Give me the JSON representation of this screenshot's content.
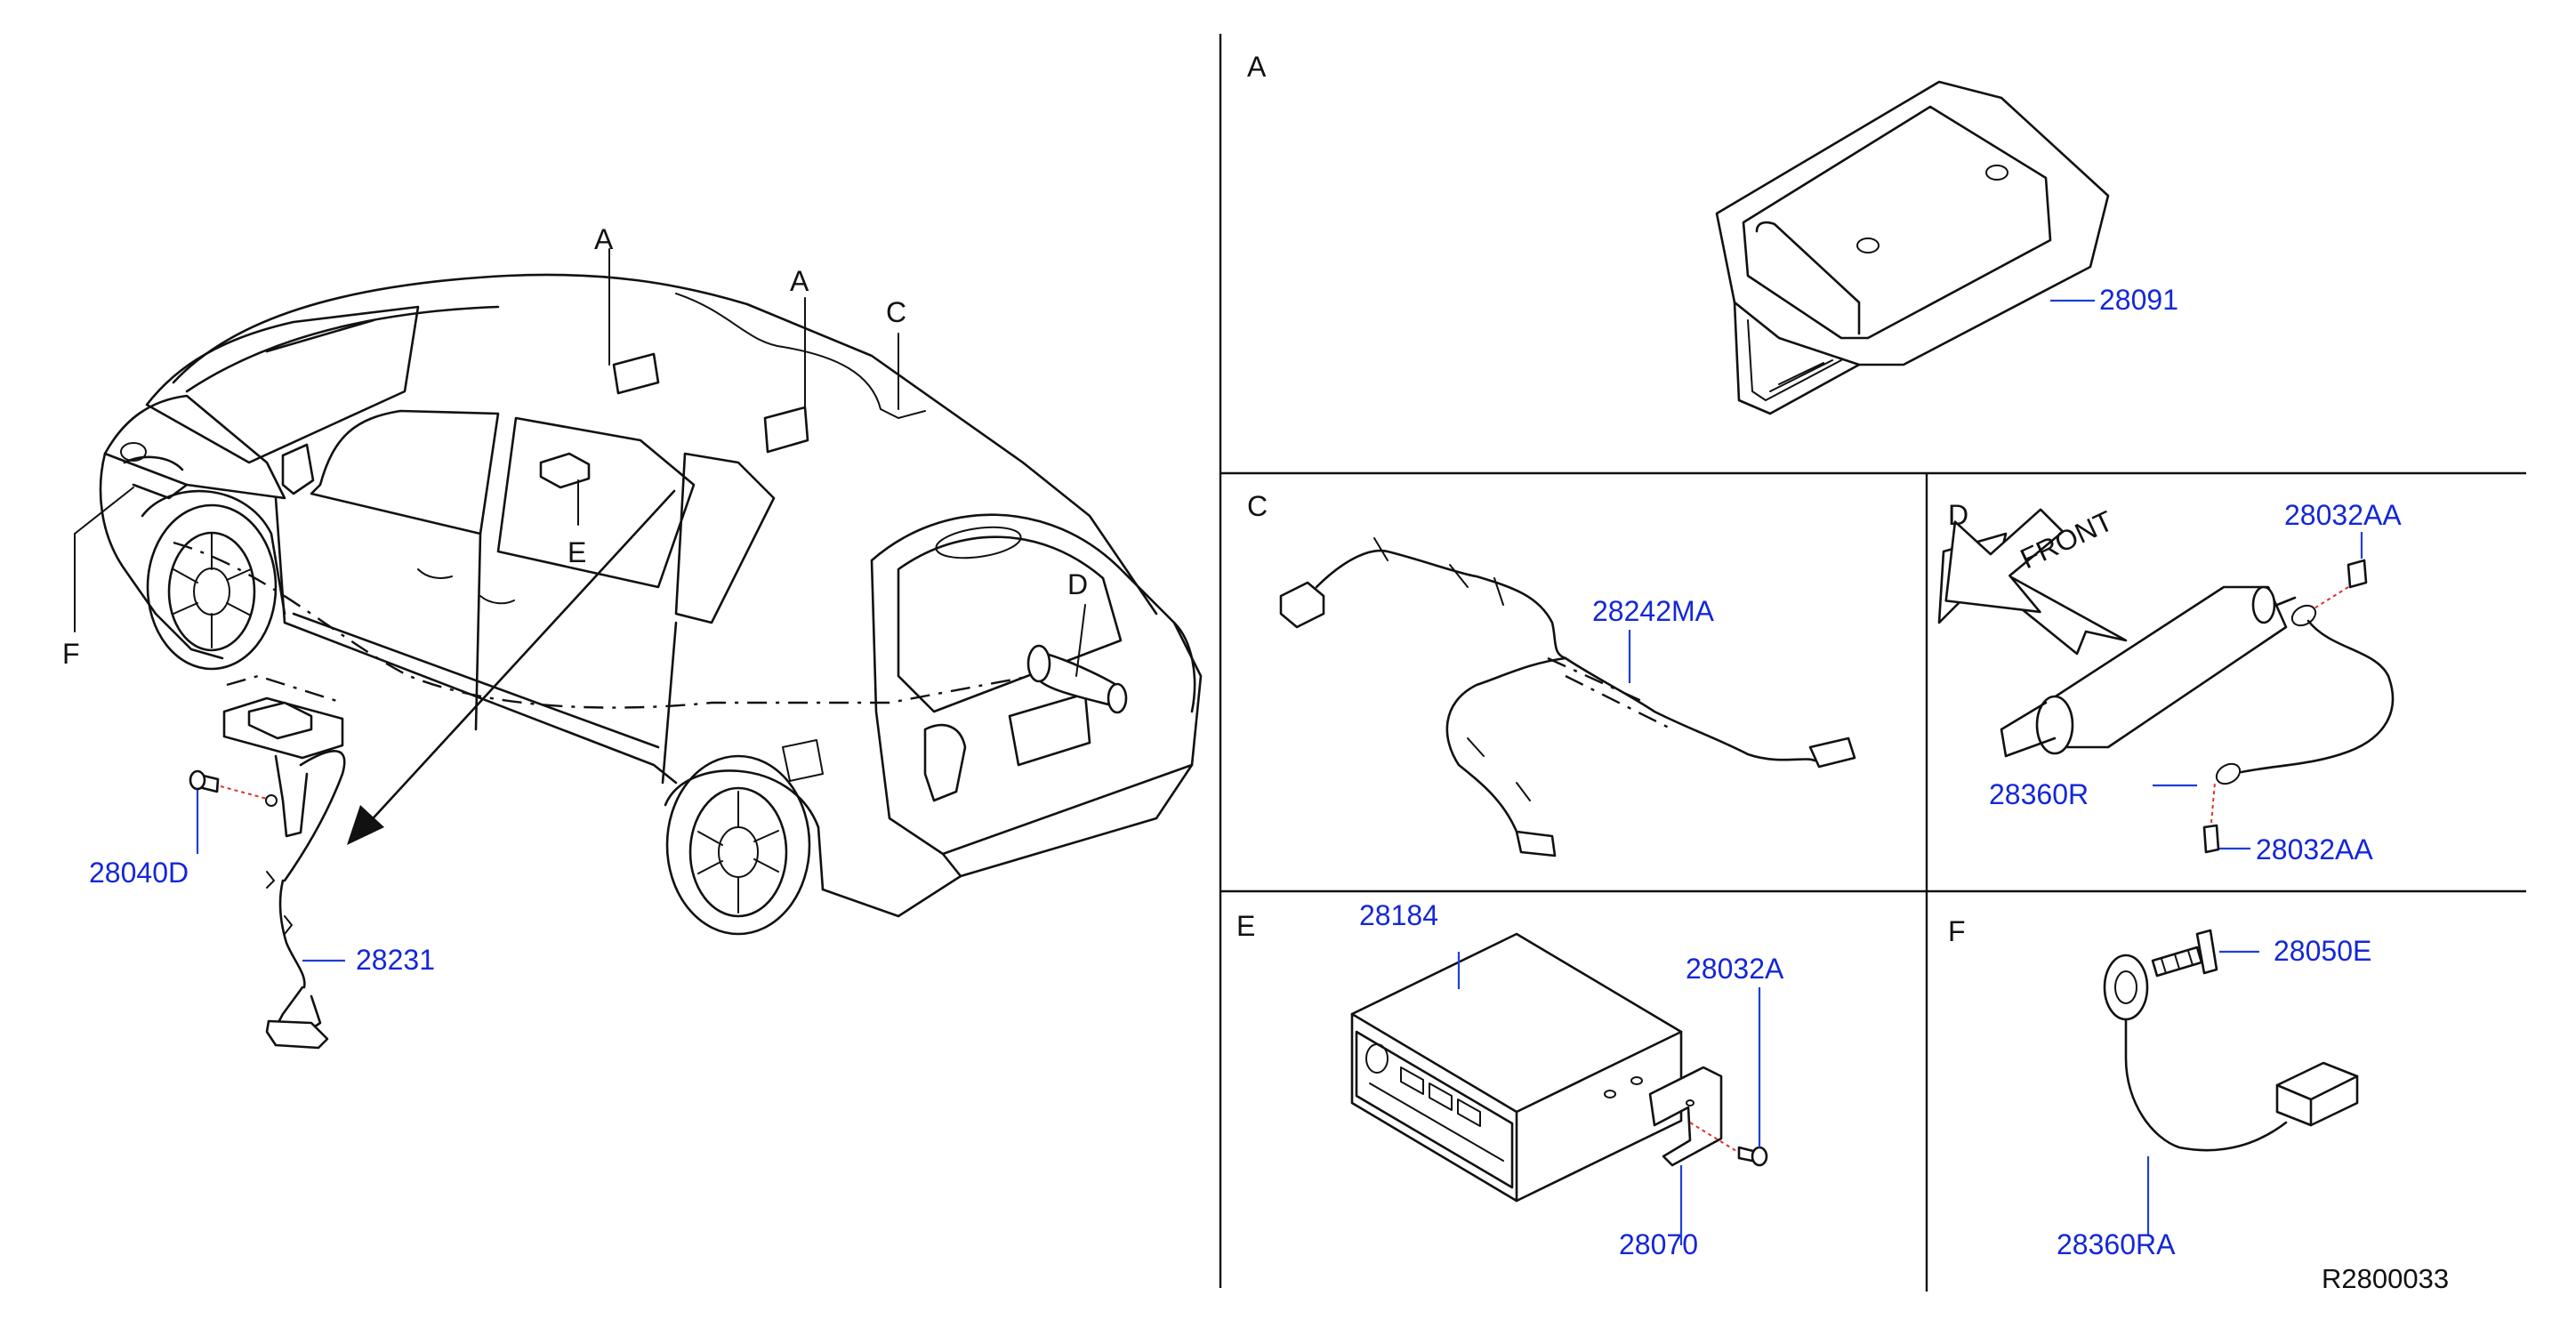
{
  "colors": {
    "part_number": "#1427d8",
    "line": "#111111",
    "leader": "#1e3fd6",
    "dash_red": "#e0302a"
  },
  "labels": {
    "car_A1": "A",
    "car_A2": "A",
    "car_C": "C",
    "car_D": "D",
    "car_E": "E",
    "car_F": "F",
    "panel_A": "A",
    "panel_C": "C",
    "panel_D": "D",
    "panel_E": "E",
    "panel_F": "F",
    "front": "FRONT"
  },
  "parts": {
    "p28040D": "28040D",
    "p28231": "28231",
    "p28091": "28091",
    "p28242MA": "28242MA",
    "p28032AA_top": "28032AA",
    "p28360R": "28360R",
    "p28032AA_bottom": "28032AA",
    "p28184": "28184",
    "p28032A": "28032A",
    "p28070": "28070",
    "p28050E": "28050E",
    "p28360RA": "28360RA"
  },
  "diagram_code": "R2800033"
}
